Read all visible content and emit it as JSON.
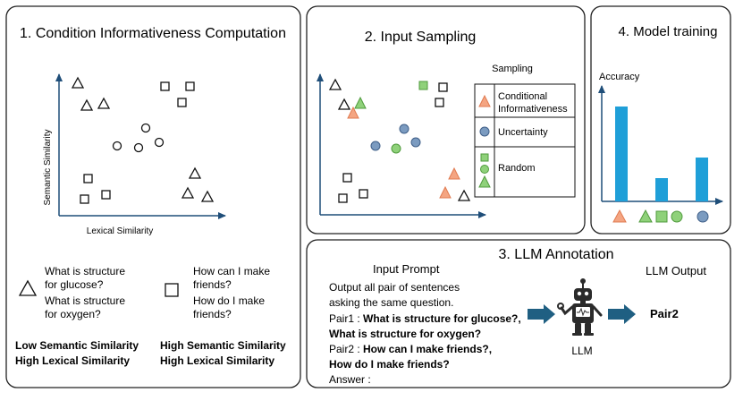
{
  "panel1": {
    "title": "1. Condition Informativeness Computation",
    "ylabel": "Semantic Similarity",
    "xlabel": "Lexical Similarity",
    "left_examples": [
      "What is structure",
      "for glucose?",
      "What is structure",
      "for oxygen?"
    ],
    "right_examples": [
      "How can I make",
      "friends?",
      "How do I make",
      "friends?"
    ],
    "left_caption": [
      "Low Semantic Similarity",
      "High Lexical Similarity"
    ],
    "right_caption": [
      "High Semantic Similarity",
      "High Lexical Similarity"
    ]
  },
  "panel2": {
    "title": "2. Input Sampling",
    "legend_title": "Sampling",
    "legend_items": [
      "Conditional",
      "Informativeness",
      "Uncertainty",
      "Random"
    ]
  },
  "panel4": {
    "title": "4. Model training",
    "ylabel": "Accuracy"
  },
  "panel3": {
    "title": "3. LLM Annotation",
    "input_label": "Input Prompt",
    "output_label": "LLM Output",
    "prompt_lines": [
      "Output all pair of sentences",
      "asking the same question."
    ],
    "pair1_label": "Pair1 : ",
    "pair1_a": "What is structure for glucose?,",
    "pair1_b": "What is structure for oxygen?",
    "pair2_label": "Pair2 : ",
    "pair2_a": "How can I make friends?,",
    "pair2_b": "How do I make friends?",
    "answer": "Answer :",
    "llm_label": "LLM",
    "output": "Pair2"
  },
  "colors": {
    "axis": "#1f4e79",
    "orange": "#f4a582",
    "orange_stroke": "#e07a50",
    "blue": "#7b9bc0",
    "blue_stroke": "#3f5f88",
    "green": "#8fd17a",
    "green_stroke": "#4f9a3c",
    "bar": "#1f9fd8",
    "arrow": "#1f5f82"
  }
}
